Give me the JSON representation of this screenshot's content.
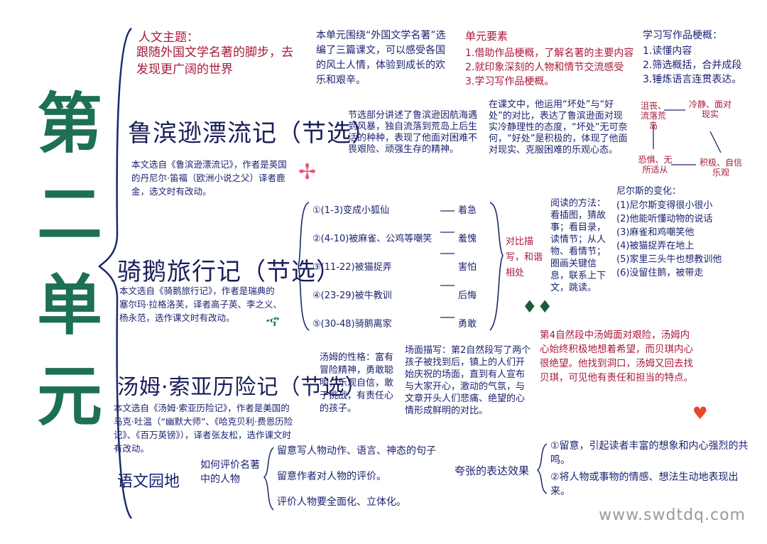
{
  "unit_title": [
    "第",
    "二",
    "单",
    "元"
  ],
  "theme": {
    "label": "人文主题：",
    "text": "跟随外国文学名著的脚步，去发现更广阔的世界"
  },
  "intro": "本单元围绕“外国文学名著”选编了三篇课文，可以感受各国的风土人情，体验到成长的欢乐和艰辛。",
  "elements": {
    "title": "单元要素",
    "items": [
      "1.借助作品梗概，了解名著的主要内容",
      "2.就印象深刻的人物和情节交流感受",
      "3.学习写作品梗概。"
    ]
  },
  "writing": {
    "title": "学习写作品梗概：",
    "items": [
      "1.读懂内容",
      "2.筛选概括，合并成段",
      "3.锤炼语言连贯表达。"
    ]
  },
  "lesson1": {
    "title": "鲁滨逊漂流记（节选）",
    "source": "本文选自《鲁滨逊漂流记》，作者是英国的丹尼尔·笛福（欧洲小说之父）译者鹿金，选文时有改动。",
    "summary": "节选部分讲述了鲁滨逊因航海遇到风暴，独自流落到荒岛上后生活的种种，表现了他面对困难不畏艰险、顽强生存的精神。",
    "analysis": "在课文中，他运用“坏处”与“好处”的对比，表达了鲁滨逊面对现实冷静理性的态度，“坏处”无可奈何，“好处”是积极的，体现了他面对现实、克服困难的乐观心态。",
    "mind": {
      "a": "沮丧、流落荒岛",
      "b": "冷静、面对现实",
      "c": "积极、自信乐观",
      "d": "恐惧、无所适从"
    }
  },
  "lesson2": {
    "title": "骑鹅旅行记（节选）",
    "source": "本文选自《骑鹅旅行记》，作者是瑞典的塞尔玛·拉格洛芙，译者高子英、李之义、杨永范，选作课文时有改动。",
    "parts": [
      "①(1-3)变成小狐仙",
      "②(4-10)被麻雀、公鸡等嘲笑",
      "③(11-22)被猫捉弄",
      "④(23-29)被牛教训",
      "⑤(30-48)骑鹅离家"
    ],
    "feelings": [
      "着急",
      "羞愧",
      "害怕",
      "后悔",
      "勇敢"
    ],
    "brace_label": "对比描写，和谐相处",
    "method": "阅读的方法：看插图，猜故事；看目录，读情节；从人物、看情节；圈画关键信息，联系上下文，跳读。",
    "changes": {
      "title": "尼尔斯的变化：",
      "items": [
        "(1)尼尔斯变得很小很小",
        "(2)他能听懂动物的说话",
        "(3)麻雀和鸡嘲笑他",
        "(4)被猫捉弄在地上",
        "(5)家里三头牛也想教训他",
        "(6)没留住鹅，被带走"
      ]
    }
  },
  "lesson3": {
    "title": "汤姆·索亚历险记（节选）",
    "source": "本文选自《汤姆·索亚历险记》，作者是美国的马克·吐温（“幽默大师”、《哈克贝利·费恩历险记》、《百万英镑》），译者张友松，选作课文时有改动。",
    "character": "汤姆的性格：富有冒险精神，勇敢聪明，乐观自信，敢于挑战，有责任心的孩子。",
    "scene": "场面描写：第2自然段写了两个孩子被找到后，镇上的人们开始庆祝的场面，直到有人宣布与大家开心，激动的气氛，与文章开头人们悲痛、绝望的心情形成鲜明的对比。",
    "para4": "第4自然段中汤姆面对艰险，汤姆内心始终积极地想着希望，而贝琪内心很绝望。他找到洞口，汤姆又回去找贝琪，可见他有责任和担当的特点。"
  },
  "garden": {
    "title": "语文园地",
    "topic": "如何评价名著中的人物",
    "items": [
      "留意写人物动作、语言、神态的句子",
      "留意作者对人物的评价。",
      "评价人物要全面化、立体化。"
    ],
    "exaggeration": "夸张的表达效果",
    "effects": [
      "①留意，引起读者丰富的想象和内心强烈的共鸣。",
      "②将人物或事物的情感、想法生动地表现出来。"
    ]
  },
  "watermark": "www.swdtdq.com"
}
